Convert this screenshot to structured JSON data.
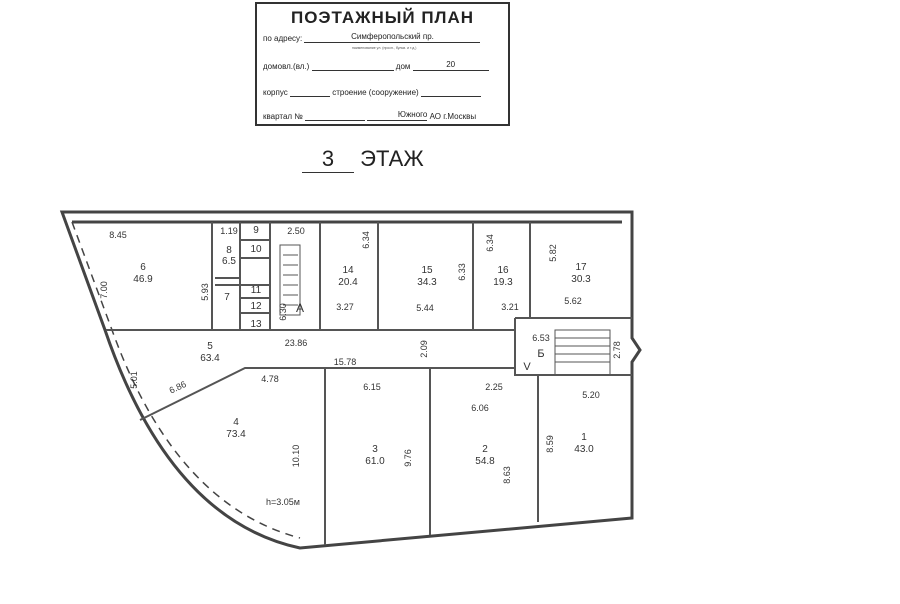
{
  "title_block": {
    "title": "ПОЭТАЖНЫЙ ПЛАН",
    "address_label": "по адресу:",
    "address_value": "Симферопольский пр.",
    "address_hint": "наименование ул. (просп., бульв. и т.д.)",
    "domovl_label": "домовл.(вл.)",
    "dom_label": "дом",
    "dom_value": "20",
    "korpus_label": "корпус",
    "stroenie_label": "строение (сооружение)",
    "kvartal_label": "квартал №",
    "district_value": "Южного",
    "city_label": "АО г.Москвы"
  },
  "floor": {
    "number": "3",
    "label": "ЭТАЖ"
  },
  "rooms": [
    {
      "number": "1",
      "area": "43.0"
    },
    {
      "number": "2",
      "area": "54.8"
    },
    {
      "number": "3",
      "area": "61.0"
    },
    {
      "number": "4",
      "area": "73.4"
    },
    {
      "number": "5",
      "area": "63.4"
    },
    {
      "number": "6",
      "area": "46.9"
    },
    {
      "number": "7"
    },
    {
      "number": "8",
      "area": "6.5"
    },
    {
      "number": "9"
    },
    {
      "number": "10"
    },
    {
      "number": "11"
    },
    {
      "number": "12"
    },
    {
      "number": "13"
    },
    {
      "number": "14",
      "area": "20.4"
    },
    {
      "number": "15",
      "area": "34.3"
    },
    {
      "number": "16",
      "area": "19.3"
    },
    {
      "number": "17",
      "area": "30.3"
    }
  ],
  "stairs": {
    "a": "А",
    "b": "Б",
    "v": "V"
  },
  "dimensions": {
    "d1": "8.45",
    "d2": "7.00",
    "d3": "5.93",
    "d4": "1.19",
    "d5": "2.50",
    "d6": "6.30",
    "d7": "23.86",
    "d8": "6.34",
    "d9": "3.27",
    "d10": "6.33",
    "d11": "5.44",
    "d12": "6.34",
    "d13": "3.21",
    "d14": "5.82",
    "d15": "5.62",
    "d16": "6.53",
    "d17": "2.78",
    "d18": "2.09",
    "d19": "15.78",
    "d20": "5.01",
    "d21": "6.86",
    "d22": "4.78",
    "d23": "6.15",
    "d24": "10.10",
    "d25": "9.76",
    "d26": "2.25",
    "d27": "6.06",
    "d28": "8.63",
    "d29": "8.59",
    "d30": "5.20"
  },
  "height_note": "h=3.05м"
}
